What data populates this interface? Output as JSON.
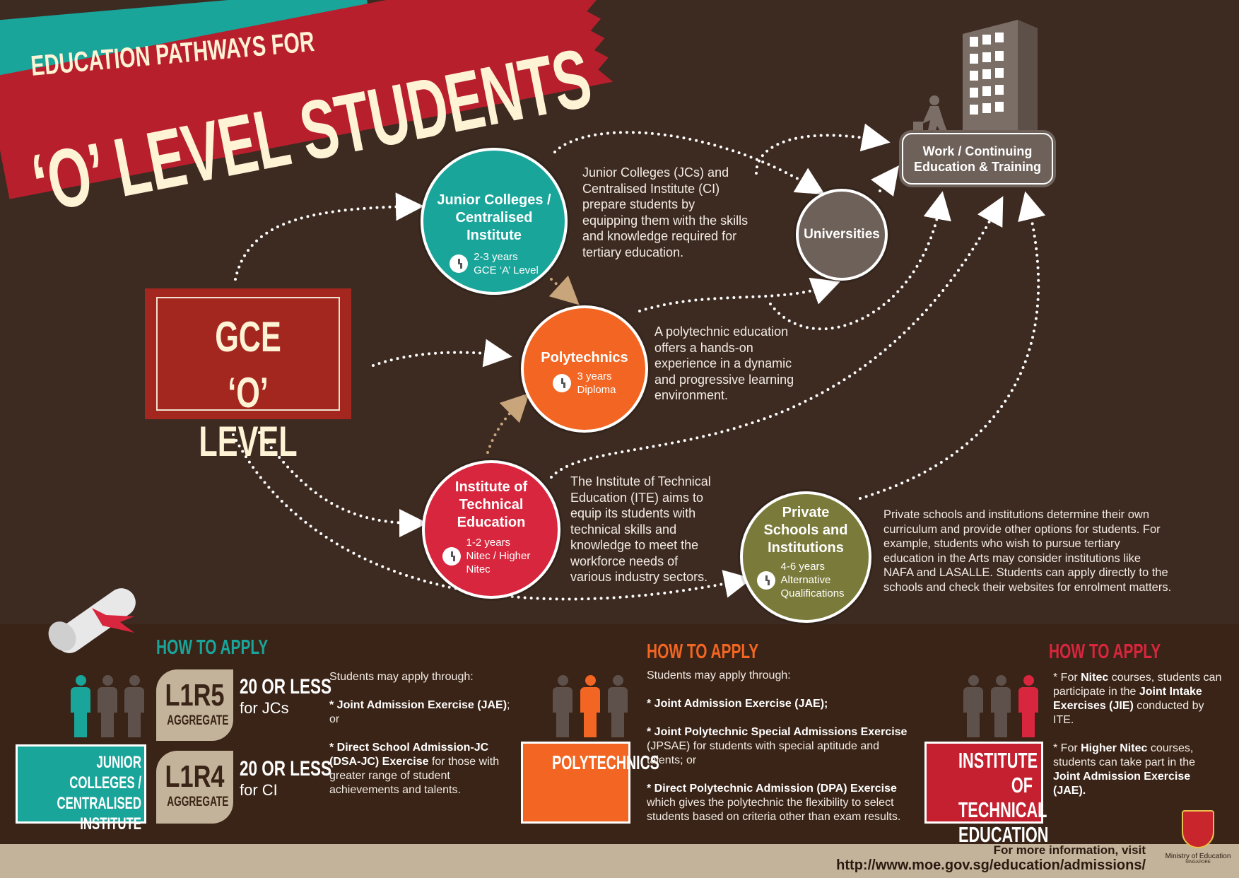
{
  "title": {
    "line1": "EDUCATION PATHWAYS FOR",
    "line2": "‘O’ LEVEL STUDENTS"
  },
  "gce": {
    "line1": "GCE",
    "line2": "‘O’ LEVEL"
  },
  "pathways": {
    "jc": {
      "name": "Junior Colleges / Centralised Institute",
      "duration": "2-3 years",
      "qualification": "GCE ‘A’ Level",
      "description": "Junior Colleges (JCs) and Centralised Institute (CI) prepare students by equipping them with the skills and knowledge required for tertiary education."
    },
    "poly": {
      "name": "Polytechnics",
      "duration": "3 years",
      "qualification": "Diploma",
      "description": "A polytechnic education offers a hands-on experience in a dynamic and progressive learning environment."
    },
    "ite": {
      "name": "Institute of Technical Education",
      "duration": "1-2 years",
      "qualification": "Nitec / Higher Nitec",
      "description": "The Institute of Technical Education (ITE) aims to equip its students with technical skills and knowledge to meet the workforce needs of various industry sectors."
    },
    "private": {
      "name": "Private Schools and Institutions",
      "duration": "4-6 years",
      "qualification": "Alternative Qualifications",
      "description": "Private schools and institutions determine their own curriculum and provide other options for students. For example, students who wish to pursue tertiary education in the Arts may consider institutions like NAFA and LASALLE. Students can apply directly to the schools and check their websites for enrolment matters."
    }
  },
  "universities": "Universities",
  "work": "Work / Continuing Education & Training",
  "apply": {
    "heading": "HOW TO APPLY",
    "jc": {
      "label": "JUNIOR COLLEGES / CENTRALISED INSTITUTE",
      "tiles": [
        {
          "code": "L1R5",
          "sub": "AGGREGATE",
          "score": "20 OR LESS",
          "for": "for JCs"
        },
        {
          "code": "L1R4",
          "sub": "AGGREGATE",
          "score": "20 OR LESS",
          "for": "for CI"
        }
      ],
      "intro": "Students may apply through:",
      "items": [
        [
          "* Joint Admission Exercise (JAE)",
          "; or",
          ""
        ],
        [
          "* Direct School Admission-JC (DSA-JC) Exercise",
          " for those with greater range of student achievements and talents.",
          ""
        ]
      ]
    },
    "poly": {
      "label": "POLYTECHNICS",
      "intro": "Students may apply through:",
      "items": [
        [
          "* Joint Admission Exercise (JAE);",
          "",
          ""
        ],
        [
          "* Joint Polytechnic Special Admissions Exercise",
          " (JPSAE) for students with special aptitude and talents; or",
          ""
        ],
        [
          "* Direct Polytechnic Admission (DPA) Exercise",
          " which gives the polytechnic the flexibility to select students based on criteria other than exam results.",
          ""
        ]
      ]
    },
    "ite": {
      "label": [
        "INSTITUTE OF",
        "TECHNICAL",
        "EDUCATION"
      ],
      "items": [
        [
          "* For ",
          "Nitec",
          " courses, students can participate in the ",
          "Joint Intake Exercises (JIE)",
          " conducted by ITE."
        ],
        [
          "* For ",
          "Higher Nitec",
          " courses, students can take part in the ",
          "Joint Admission Exercise (JAE).",
          ""
        ]
      ]
    }
  },
  "footer": {
    "line1": "For more information, visit",
    "url": "http://www.moe.gov.sg/education/admissions/"
  },
  "logo": {
    "name": "Ministry of Education",
    "country": "SINGAPORE"
  },
  "colors": {
    "background": "#3d2b22",
    "teal": "#19a59a",
    "red": "#b81f2d",
    "orange": "#f26522",
    "ite_red": "#d7263d",
    "olive": "#7a7a3a",
    "grey": "#6e615a",
    "sand": "#c3b39a"
  }
}
